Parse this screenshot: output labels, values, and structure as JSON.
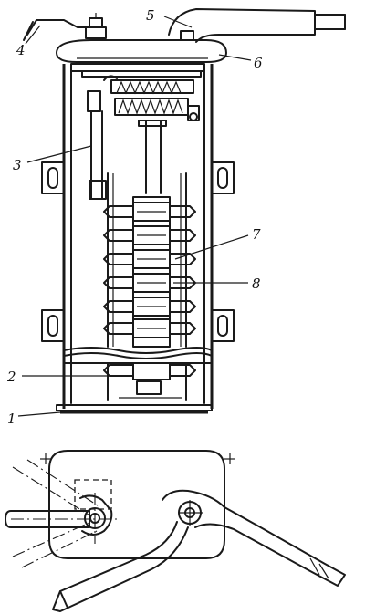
{
  "figure": {
    "callouts": [
      {
        "id": "c1",
        "text": "1"
      },
      {
        "id": "c2",
        "text": "2"
      },
      {
        "id": "c3",
        "text": "3"
      },
      {
        "id": "c4",
        "text": "4"
      },
      {
        "id": "c5",
        "text": "5"
      },
      {
        "id": "c6",
        "text": "6"
      },
      {
        "id": "c7",
        "text": "7"
      },
      {
        "id": "c8",
        "text": "8"
      }
    ]
  }
}
